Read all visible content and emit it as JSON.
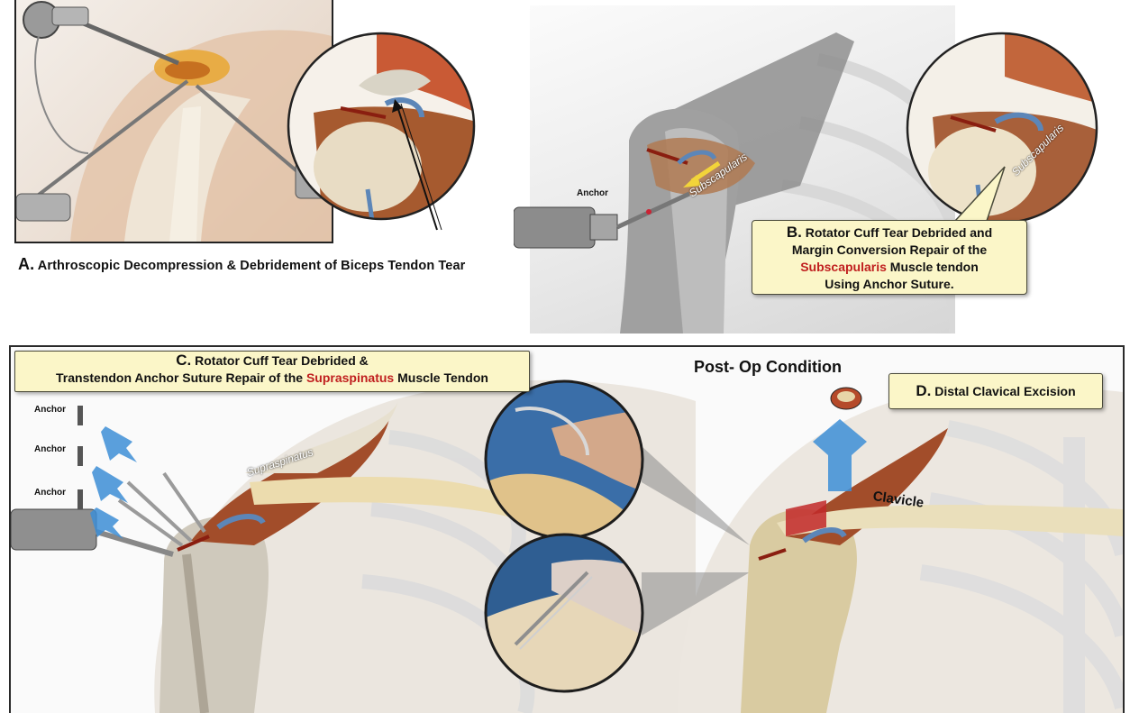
{
  "panel_a": {
    "caption_key": "A.",
    "caption_text": "Arthroscopic Decompression & Debridement of Biceps Tendon Tear"
  },
  "panel_b": {
    "anchor_label": "Anchor",
    "muscle_label": "Subscapularis",
    "muscle_label_zoom": "Subscapularis",
    "caption_key": "B.",
    "caption_line1": "Rotator Cuff Tear Debrided and",
    "caption_line2": "Margin Conversion Repair of the",
    "caption_highlight": "Subscapularis",
    "caption_line3_rest": "Muscle tendon",
    "caption_line4": "Using Anchor Suture."
  },
  "panel_c": {
    "caption_key": "C.",
    "caption_line1": "Rotator Cuff Tear Debrided &",
    "caption_line2_pre": "Transtendon Anchor Suture Repair of the",
    "caption_highlight": "Supraspinatus",
    "caption_line2_post": "Muscle Tendon",
    "anchor_labels": [
      "Anchor",
      "Anchor",
      "Anchor"
    ],
    "muscle_label": "Supraspinatus"
  },
  "post_op": {
    "title": "Post- Op Condition",
    "caption_key": "D.",
    "caption_text": "Distal Clavical Excision",
    "clavicle_label": "Clavicle"
  },
  "colors": {
    "highlight_red": "#c01f1f",
    "callout_bg": "#fbf6c8",
    "arrow_blue": "#3d8ed6"
  }
}
